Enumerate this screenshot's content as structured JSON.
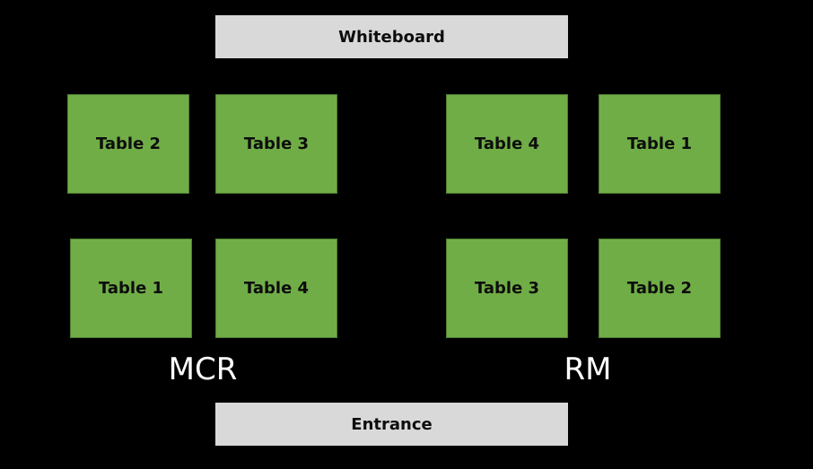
{
  "top_bar": {
    "label": "Whiteboard"
  },
  "bottom_bar": {
    "label": "Entrance"
  },
  "rooms": [
    {
      "name": "MCR",
      "tables": [
        "Table 2",
        "Table 3",
        "Table 1",
        "Table 4"
      ]
    },
    {
      "name": "RM",
      "tables": [
        "Table 4",
        "Table 1",
        "Table 3",
        "Table 2"
      ]
    }
  ],
  "colors": {
    "background": "#000000",
    "table_fill": "#70ad47",
    "table_border": "#507e32",
    "bar_fill": "#d9d9d9",
    "label_text": "#ffffff"
  }
}
